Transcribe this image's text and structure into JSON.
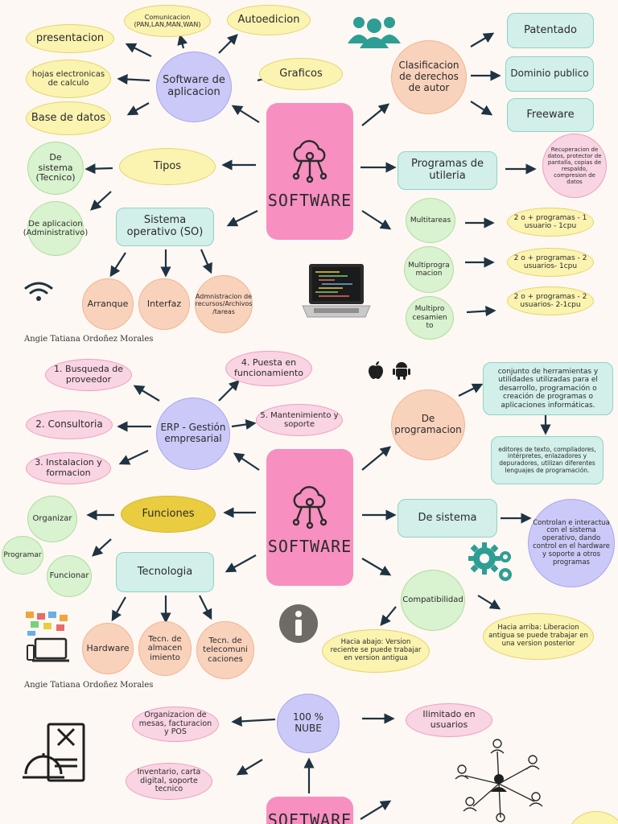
{
  "author": "Angie Tatiana Ordoñez Morales",
  "panel1": {
    "hub": "SOFTWARE",
    "software_aplicacion": "Software de aplicacion",
    "presentacion": "presentacion",
    "hojas": "hojas electronicas de calculo",
    "base_datos": "Base de datos",
    "comunicacion": "Comunicacion (PAN,LAN,MAN,WAN)",
    "autoedicion": "Autoedicion",
    "graficos": "Graficos",
    "tipos": "Tipos",
    "de_sistema": "De sistema (Tecnico)",
    "de_aplicacion": "De aplicacion (Administrativo)",
    "sistema_operativo": "Sistema operativo (SO)",
    "arranque": "Arranque",
    "interfaz": "Interfaz",
    "administracion": "Admnistracion de recursos/Archivos /tareas",
    "clasificacion": "Clasificacion de derechos de autor",
    "patentado": "Patentado",
    "dominio": "Dominio publico",
    "freeware": "Freeware",
    "utileria": "Programas de utileria",
    "recuperacion": "Recuperacion de datos, protector de pantalla, copias de respaldo, compresion de datos",
    "multitareas": "Multitareas",
    "multiprogramacion": "Multiprogra macion",
    "multiprocesamiento": "Multipro cesamien to",
    "mt_desc": "2 o + programas - 1 usuario - 1cpu",
    "mp_desc": "2 o + programas - 2 usuarios- 1cpu",
    "mpc_desc": "2 o + programas - 2 usuarios- 2-1cpu"
  },
  "panel2": {
    "hub": "SOFTWARE",
    "erp": "ERP - Gestión empresarial",
    "busqueda": "1. Busqueda de proveedor",
    "consultoria": "2. Consultoria",
    "instalacion": "3. Instalacion y formacion",
    "puesta": "4. Puesta en funcionamiento",
    "mantenimiento": "5. Mantenimiento y soporte",
    "funciones": "Funciones",
    "organizar": "Organizar",
    "programar": "Programar",
    "funcionar": "Funcionar",
    "tecnologia": "Tecnologia",
    "hardware": "Hardware",
    "almacenamiento": "Tecn. de almacen imiento",
    "telecom": "Tecn. de telecomuni caciones",
    "de_programacion": "De programacion",
    "prog_desc1": "conjunto de herramientas y utilidades utilizadas para el desarrollo, programación o creación de programas o aplicaciones informáticas.",
    "prog_desc2": "editores de texto, compiladores, intérpretes, enlazadores y depuradores, utilizan diferentes lenguajes de programación.",
    "de_sistema": "De sistema",
    "sistema_desc": "Controlan e interactua con el sistema operativo, dando control en el hardware y soporte a otros programas",
    "compatibilidad": "Compatibilidad",
    "abajo": "Hacia abajo: Version reciente se puede trabajar en version antigua",
    "arriba": "Hacia arriba: Liberacion antigua se puede trabajar en una version posterior"
  },
  "panel3": {
    "hub": "SOFTWARE",
    "nube": "100 % NUBE",
    "organizacion": "Organizacion de mesas, facturacion y POS",
    "inventario": "Inventario, carta digital, soporte tecnico",
    "ilimitado": "Ilimitado en usuarios"
  },
  "colors": {
    "background": "#fdf8f3",
    "hub": "#f78fc0",
    "arrow": "#1f3342",
    "teal_icon": "#2e9e95"
  },
  "icons": [
    "cloud-network-icon",
    "people-icon",
    "laptop-icon",
    "wifi-icon",
    "apple-icon",
    "android-icon",
    "gears-icon",
    "info-icon",
    "devices-icon",
    "menu-icon",
    "network-people-icon"
  ]
}
